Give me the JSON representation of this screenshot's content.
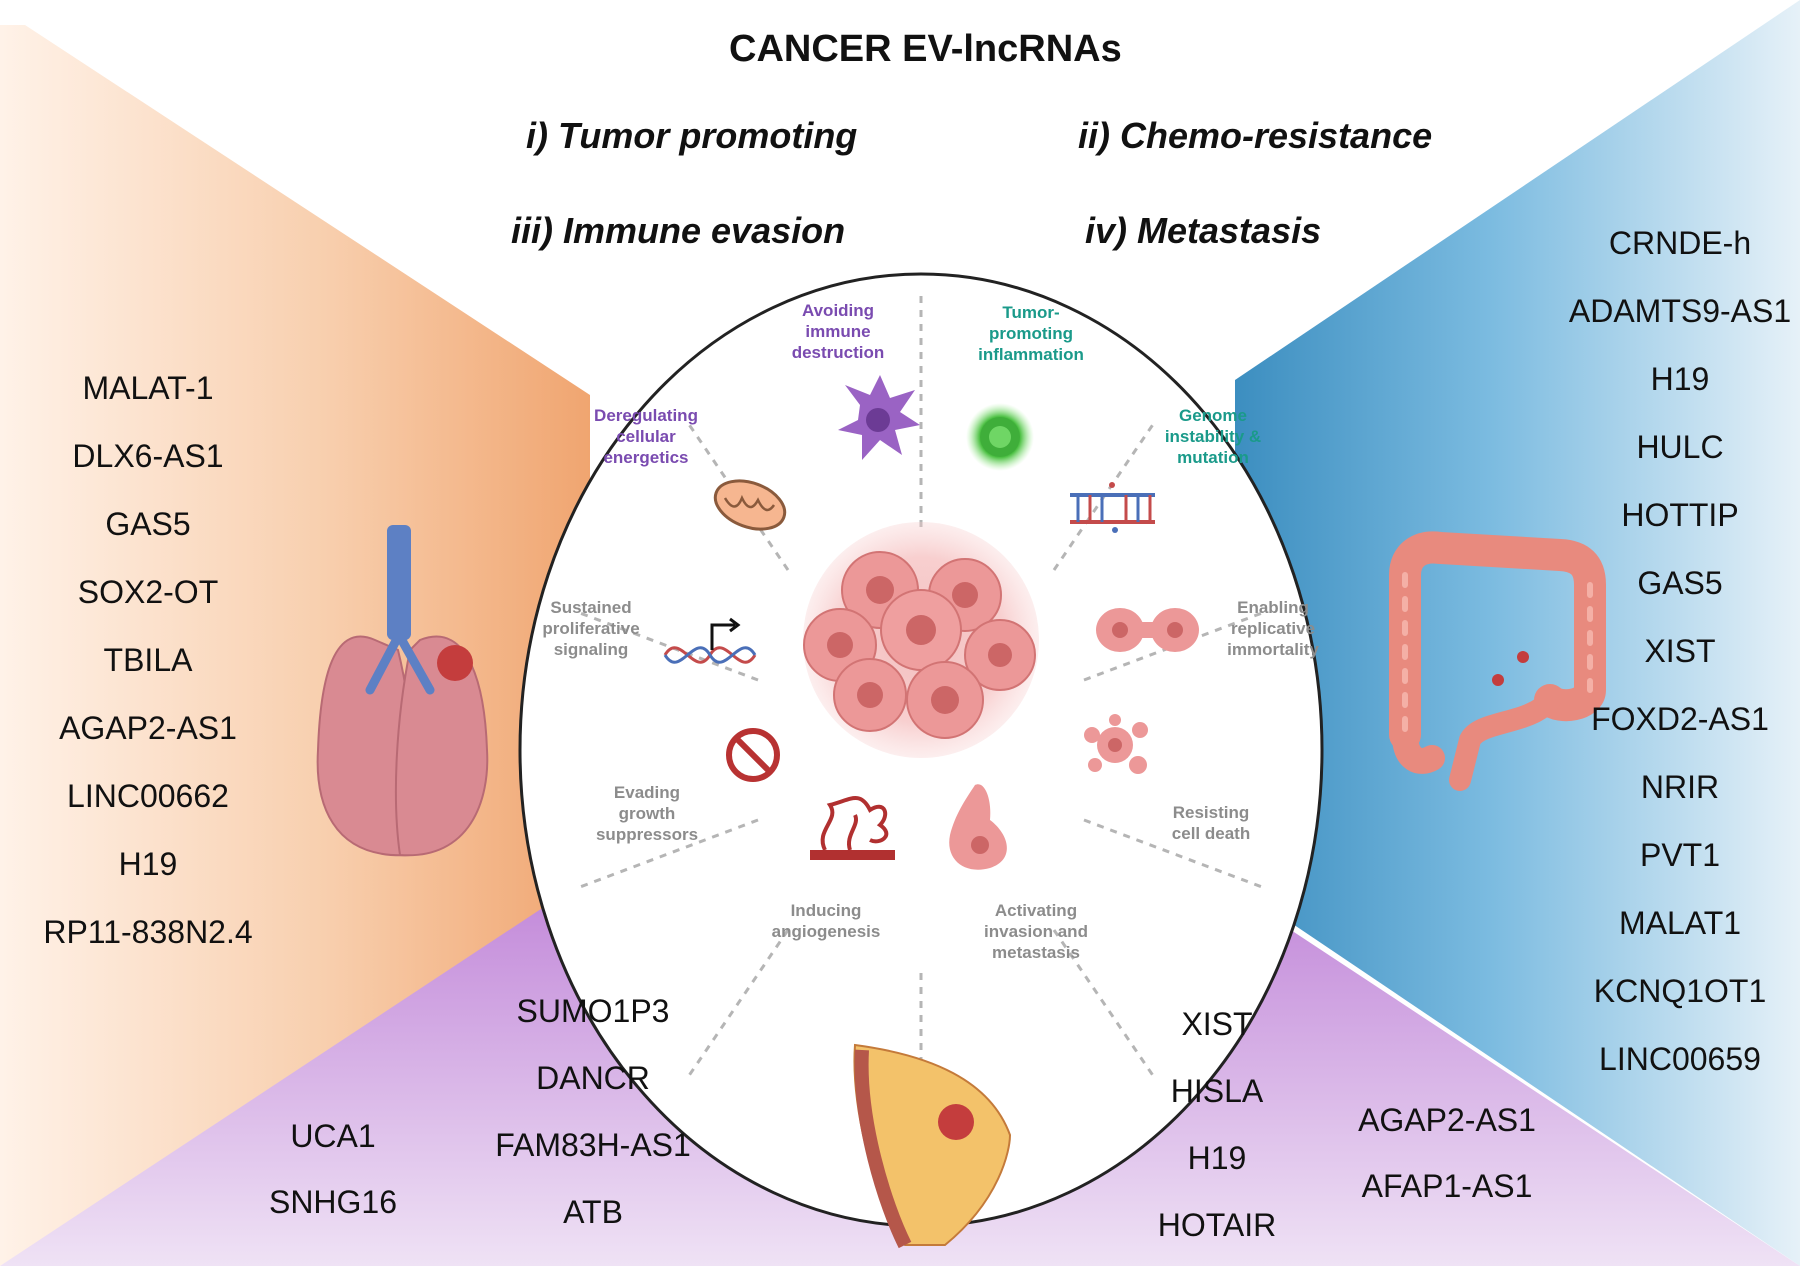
{
  "title": "CANCER EV-lncRNAs",
  "categories": {
    "tumor_promoting": "i) Tumor promoting",
    "chemo_resistance": "ii) Chemo-resistance",
    "immune_evasion": "iii) Immune evasion",
    "metastasis": "iv) Metastasis"
  },
  "colors": {
    "lung_panel": "#f0a570",
    "colon_panel": "#5aa6cf",
    "breast_panel": "#c38ed8",
    "purple_label": "#7a4bb0",
    "teal_label": "#1a9a8a",
    "grey_label": "#8c8c8c"
  },
  "icons": [
    "lung-icon",
    "colon-icon",
    "breast-icon",
    "tumor-cluster-icon",
    "immune-cell-icon",
    "inflammation-cell-icon",
    "dna-mutation-icon",
    "dividing-cell-icon",
    "dying-cell-icon",
    "migrating-cell-icon",
    "blood-vessel-icon",
    "no-sign-icon",
    "dna-transcription-icon",
    "mitochondrion-icon"
  ],
  "lung_genes": [
    "MALAT-1",
    "DLX6-AS1",
    "GAS5",
    "SOX2-OT",
    "TBILA",
    "AGAP2-AS1",
    "LINC00662",
    "H19",
    "RP11-838N2.4"
  ],
  "colon_genes": [
    "CRNDE-h",
    "ADAMTS9-AS1",
    "H19",
    "HULC",
    "HOTTIP",
    "GAS5",
    "XIST",
    "FOXD2-AS1",
    "NRIR",
    "PVT1",
    "MALAT1",
    "KCNQ1OT1",
    "LINC00659"
  ],
  "breast_genes": {
    "col1": [
      "UCA1",
      "SNHG16"
    ],
    "col2": [
      "SUMO1P3",
      "DANCR",
      "FAM83H-AS1",
      "ATB"
    ],
    "col3": [
      "XIST",
      "HISLA",
      "H19",
      "HOTAIR"
    ],
    "col4": [
      "AGAP2-AS1",
      "AFAP1-AS1"
    ]
  },
  "hallmarks": {
    "avoiding_immune": [
      "Avoiding",
      "immune",
      "destruction"
    ],
    "tumor_inflammation": [
      "Tumor-",
      "promoting",
      "inflammation"
    ],
    "deregulating": [
      "Deregulating",
      "cellular",
      "energetics"
    ],
    "genome": [
      "Genome",
      "instability &",
      "mutation"
    ],
    "sustained": [
      "Sustained",
      "proliferative",
      "signaling"
    ],
    "enabling": [
      "Enabling",
      "replicative",
      "immortality"
    ],
    "evading": [
      "Evading",
      "growth",
      "suppressors"
    ],
    "resisting": [
      "Resisting",
      "cell death"
    ],
    "inducing": [
      "Inducing",
      "angiogenesis"
    ],
    "activating": [
      "Activating",
      "invasion and",
      "metastasis"
    ]
  }
}
